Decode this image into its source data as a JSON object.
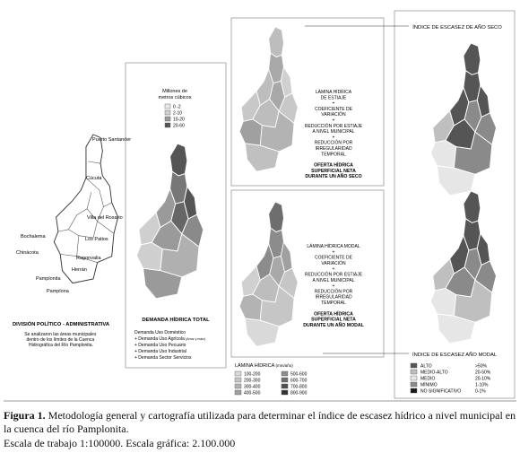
{
  "panel_left": {
    "cities": [
      "Puerto Santander",
      "Cúcuta",
      "Villa del Rosario",
      "Los Patios",
      "Bochalema",
      "Chinácota",
      "Ragonvalia",
      "Herrán",
      "Pamplonita",
      "Pamplona"
    ],
    "title": "DIVISIÓN POLÍTICO - ADMINISTRATIVA",
    "note": "Se analizaron las áreas municipales dentro de los límites de la Cuenca Hidrográfica del Río Pamplonita."
  },
  "panel_demand": {
    "legend_title_1": "Millones de",
    "legend_title_2": "metros cúbicos",
    "legend": [
      {
        "label": "0 -2",
        "color": "#e8e8e8"
      },
      {
        "label": "2-10",
        "color": "#cfcfcf"
      },
      {
        "label": "10-20",
        "color": "#9a9a9a"
      },
      {
        "label": "20-60",
        "color": "#555555"
      }
    ],
    "title": "DEMANDA HÍDRICA TOTAL",
    "items": [
      "Demanda Uso Doméstico",
      "+ Demanda Uso Agrícola",
      "+ Demanda Uso Pecuario",
      "+ Demanda Uso Industrial",
      "+ Demanda Sector Servicios"
    ],
    "agri_note": "(Arroz y maíz)"
  },
  "panel_supply_dry": {
    "formula": [
      "LÁMINA HÍDRICA",
      "DE ESTIAJE",
      "+",
      "COEFICIENTE DE",
      "VARIACIÓN",
      "+",
      "REDUCCIÓN POR ESTIAJE",
      "A NIVEL MUNICIPAL",
      "+",
      "REDUCCIÓN POR",
      "IRREGULARIDAD",
      "TEMPORAL"
    ],
    "result": [
      "OFERTA HÍDRICA",
      "SUPERFICIAL NETA",
      "DURANTE UN AÑO SECO"
    ]
  },
  "panel_supply_modal": {
    "formula": [
      "LÁMINA HÍDRICA MODAL",
      "+",
      "COEFICIENTE DE",
      "VARIACIÓN",
      "+",
      "REDUCCIÓN POR ESTIAJE",
      "A NIVEL MUNICIPAL",
      "+",
      "REDUCCIÓN POR",
      "IRREGULARIDAD",
      "TEMPORAL"
    ],
    "result": [
      "OFERTA HÍDRICA",
      "SUPERFICIAL NETA",
      "DURANTE UN AÑO MODAL"
    ]
  },
  "lamina_legend": {
    "title": "LÁMINA HÍDRICA",
    "unit": "(mm/año)",
    "items": [
      {
        "label": "100-200",
        "color": "#d9d9d9"
      },
      {
        "label": "500-600",
        "color": "#8c8c8c"
      },
      {
        "label": "200-300",
        "color": "#c6c6c6"
      },
      {
        "label": "600-700",
        "color": "#6e6e6e"
      },
      {
        "label": "300-400",
        "color": "#b3b3b3"
      },
      {
        "label": "700-800",
        "color": "#505050"
      },
      {
        "label": "400-500",
        "color": "#a0a0a0"
      },
      {
        "label": "800-900",
        "color": "#333333"
      }
    ]
  },
  "index_panel": {
    "label_dry": "ÍNDICE DE ESCASEZ DE AÑO SECO",
    "label_modal": "ÍNDICE DE ESCASEZ AÑO MODAL",
    "legend": [
      {
        "label": "ALTO",
        "value": ">50%",
        "color": "#555555"
      },
      {
        "label": "MEDIO-ALTO",
        "value": "20-50%",
        "color": "#bfbfbf"
      },
      {
        "label": "MEDIO",
        "value": "20-10%",
        "color": "#e6e6e6"
      },
      {
        "label": "MÍNIMO",
        "value": "1-10%",
        "color": "#8a8a8a"
      },
      {
        "label": "NO SIGNIFICATIVO",
        "value": "0-1%",
        "color": "#1a1a1a"
      }
    ]
  },
  "caption": {
    "label": "Figura 1.",
    "text": "Metodología general y cartografía utilizada para determinar el índice de escasez hídrico a nivel municipal en la cuenca del río Pamplonita.",
    "scale": "Escala de trabajo 1:100000. Escala gráfica: 2.100.000"
  }
}
